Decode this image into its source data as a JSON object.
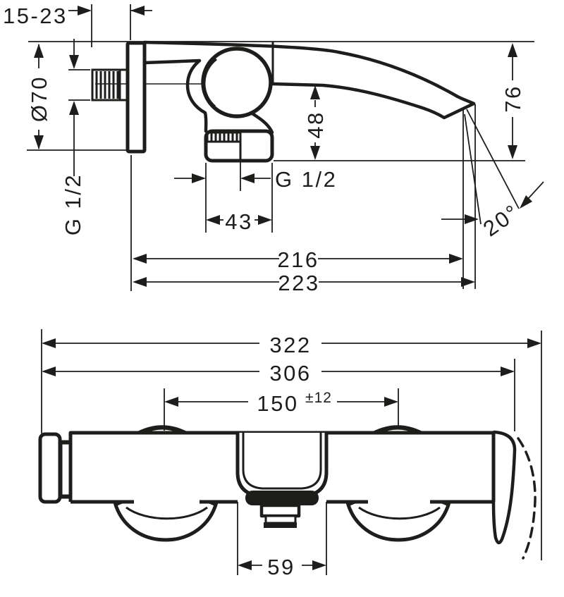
{
  "drawing": {
    "kind": "faucet installation dimension drawing",
    "colors": {
      "ink": "#1d1d1b",
      "background": "#ffffff"
    },
    "side_view": {
      "labels": {
        "wall_distance": "15-23",
        "escutcheon_diameter": "Ø70",
        "inlet_thread": "G 1/2",
        "outlet_thread": "G 1/2",
        "outlet_height": "48",
        "body_width": "43",
        "spout_reach": "216",
        "total_reach": "223",
        "spout_height": "76",
        "stream_angle": "20°"
      }
    },
    "front_view": {
      "labels": {
        "total_width": "322",
        "body_width": "306",
        "connection_distance": "150",
        "connection_tolerance": "±12",
        "spout_width": "59"
      }
    }
  }
}
